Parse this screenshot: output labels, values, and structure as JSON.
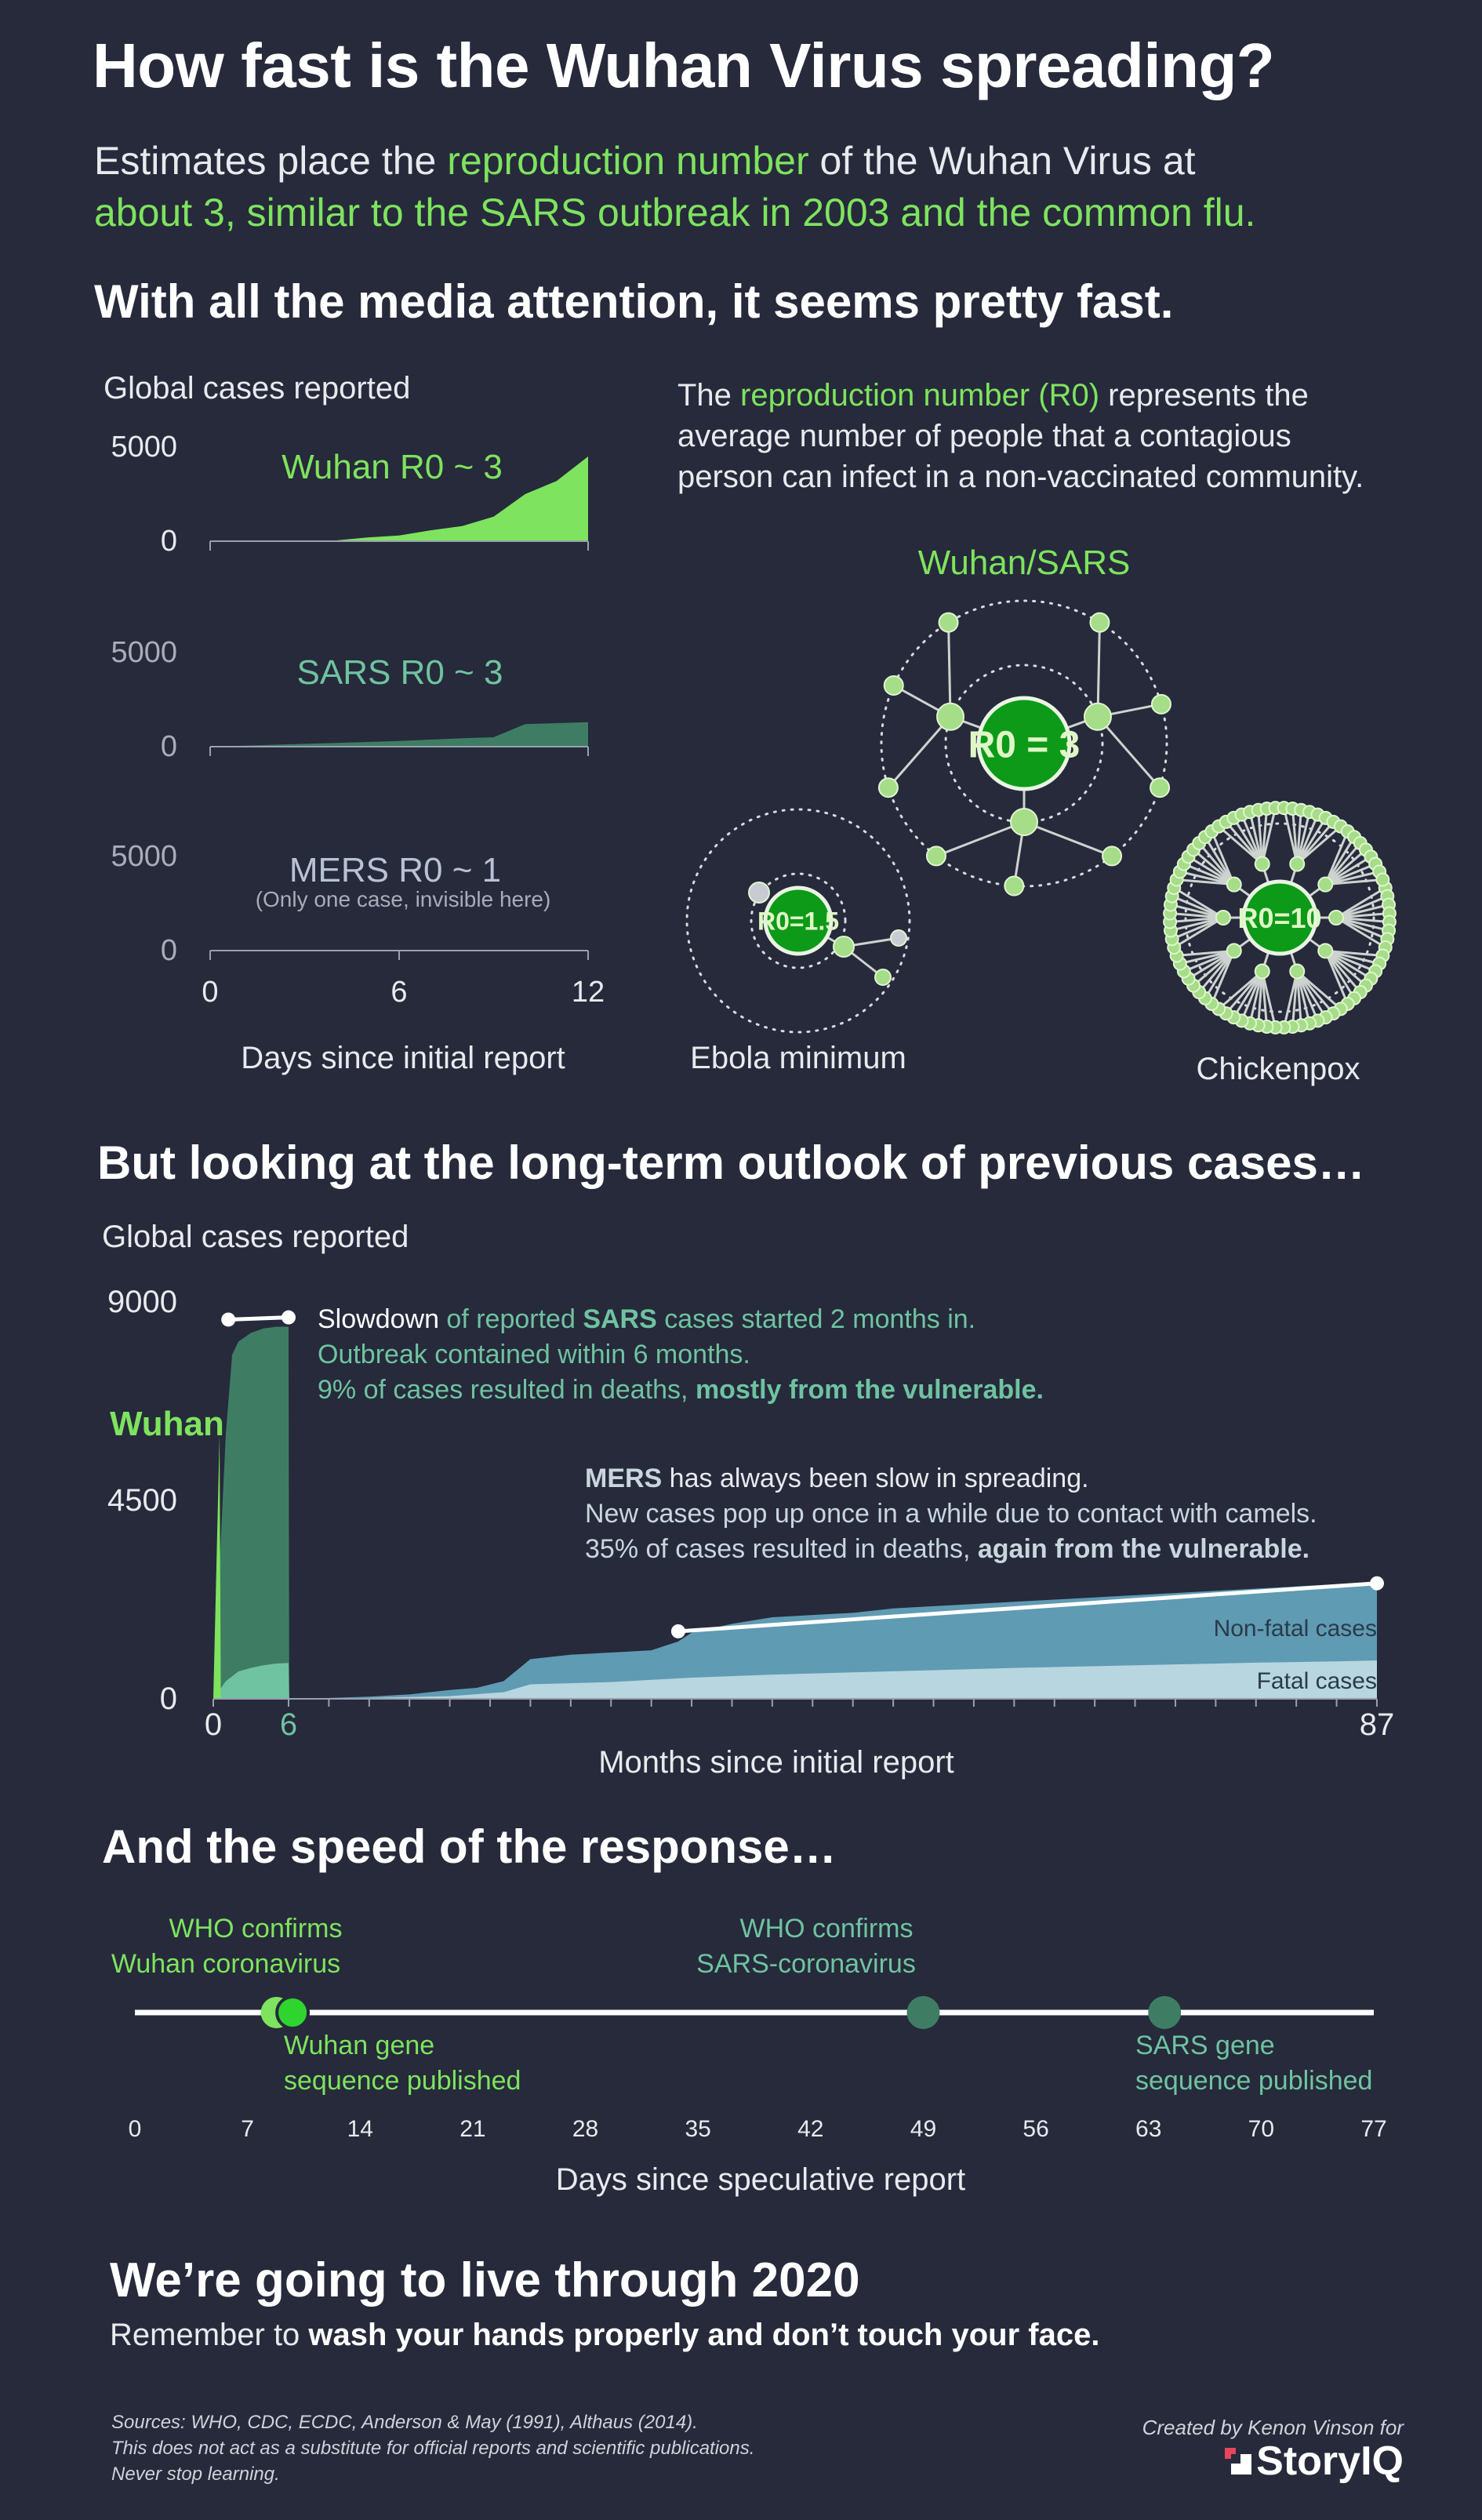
{
  "title": "How fast is the Wuhan Virus spreading?",
  "intro": {
    "part1": "Estimates place the ",
    "highlight1": "reproduction number",
    "part2": " of the Wuhan Virus at",
    "highlight2": "about 3, similar to the SARS outbreak in 2003 and the common flu."
  },
  "section_media": "With all the media attention, it seems pretty fast.",
  "r0_explainer": {
    "part1": "The ",
    "highlight": "reproduction number (R0)",
    "part2": " represents the",
    "line2": "average number of people that a contagious",
    "line3": "person can infect in a non-vaccinated community."
  },
  "r0_diagram": {
    "wuhan_label": "Wuhan/SARS",
    "wuhan_r0": "R0 = 3",
    "ebola_label": "Ebola minimum",
    "ebola_r0": "R0=1.5",
    "chickenpox_label": "Chickenpox",
    "chickenpox_r0": "R0=10"
  },
  "section_long": "But looking at the long-term outlook of previous cases…",
  "annotations": {
    "sars_l1a": "Slowdown",
    "sars_l1b": " of reported ",
    "sars_l1c": "SARS",
    "sars_l1d": " cases started 2 months in.",
    "sars_l2": "Outbreak contained within 6 months.",
    "sars_l3a": "9% of cases resulted in deaths, ",
    "sars_l3b": "mostly from the vulnerable.",
    "mers_l1a": "MERS",
    "mers_l1b": " has always been slow in spreading.",
    "mers_l2": "New cases pop up once in a while due to contact with camels.",
    "mers_l3a": "35% of cases resulted in deaths, ",
    "mers_l3b": "again from the vulnerable.",
    "wuhan_label": "Wuhan",
    "nonfatal": "Non-fatal cases",
    "fatal": "Fatal cases"
  },
  "section_speed": "And the speed of the response…",
  "section_2020": "We’re going to live through 2020",
  "remember": {
    "part1": "Remember to ",
    "bold": "wash your hands properly and don’t touch your face."
  },
  "sources": [
    "Sources: WHO, CDC, ECDC, Anderson & May (1991), Althaus (2014).",
    "This does not act as a substitute for official reports and scientific publications.",
    "Never stop learning."
  ],
  "credit": "Created by Kenon Vinson for",
  "brand": "StoryIQ",
  "colors": {
    "background": "#262a3b",
    "wuhan": "#7ee35e",
    "sars": "#3e7d64",
    "sars_light": "#6fc3a0",
    "mers_nonfatal": "#5f9bb3",
    "mers_fatal": "#b8d6e0",
    "r0_circle": "#0c9a18",
    "brand_red": "#e8455a"
  },
  "chart_data": [
    {
      "type": "area",
      "title": "Wuhan R0 ~ 3",
      "ylabel": "Global cases reported",
      "xlabel": "Days since initial report",
      "yticks": [
        0,
        5000
      ],
      "ylim": [
        0,
        5000
      ],
      "xticks": [
        0,
        6,
        12
      ],
      "xlim": [
        0,
        12
      ],
      "series": [
        {
          "name": "Wuhan R0 ~ 3",
          "x": [
            0,
            1,
            2,
            3,
            4,
            5,
            6,
            7,
            8,
            9,
            10,
            11,
            12
          ],
          "values": [
            0,
            0,
            0,
            0,
            40,
            200,
            300,
            580,
            800,
            1300,
            2500,
            3200,
            4500
          ]
        }
      ]
    },
    {
      "type": "area",
      "title": "SARS R0 ~ 3",
      "yticks": [
        0,
        5000
      ],
      "ylim": [
        0,
        5000
      ],
      "xlim": [
        0,
        12
      ],
      "series": [
        {
          "name": "SARS R0 ~ 3",
          "x": [
            0,
            2,
            4,
            6,
            8,
            9,
            10,
            11,
            12
          ],
          "values": [
            0,
            100,
            200,
            300,
            450,
            500,
            1200,
            1250,
            1300
          ]
        }
      ]
    },
    {
      "type": "area",
      "title": "MERS R0 ~ 1",
      "subtitle": "(Only one case, invisible here)",
      "yticks": [
        0,
        5000
      ],
      "ylim": [
        0,
        5000
      ],
      "xlim": [
        0,
        12
      ],
      "series": [
        {
          "name": "MERS R0 ~ 1",
          "x": [
            0,
            12
          ],
          "values": [
            1,
            1
          ]
        }
      ]
    },
    {
      "type": "area",
      "ylabel": "Global cases reported",
      "xlabel": "Months since initial report",
      "yticks": [
        0,
        4500,
        9000
      ],
      "ylim": [
        0,
        9000
      ],
      "xticks": [
        0,
        6,
        87
      ],
      "xlim": [
        0,
        87
      ],
      "series": [
        {
          "name": "Wuhan",
          "x": [
            0,
            0.5,
            0.6
          ],
          "values": [
            0,
            6000,
            0
          ]
        },
        {
          "name": "SARS",
          "x": [
            0,
            0.5,
            1,
            1.5,
            2,
            3,
            4,
            5,
            6,
            6.05
          ],
          "values": [
            0,
            3000,
            6000,
            7800,
            8100,
            8300,
            8400,
            8437,
            8437,
            0
          ]
        },
        {
          "name": "SARS fatal",
          "x": [
            0,
            1,
            2,
            3,
            4,
            5,
            6,
            6.05
          ],
          "values": [
            0,
            400,
            620,
            700,
            760,
            800,
            812,
            0
          ]
        },
        {
          "name": "Non-fatal cases",
          "x": [
            6,
            9,
            12,
            15,
            18,
            20,
            22,
            24,
            27,
            30,
            33,
            35,
            36,
            39,
            42,
            45,
            48,
            51,
            54,
            57,
            60,
            63,
            66,
            69,
            72,
            75,
            78,
            81,
            84,
            87
          ],
          "values": [
            0,
            20,
            50,
            100,
            200,
            250,
            400,
            900,
            1000,
            1050,
            1100,
            1300,
            1500,
            1700,
            1850,
            1900,
            1950,
            2050,
            2100,
            2150,
            2200,
            2250,
            2300,
            2350,
            2400,
            2450,
            2500,
            2550,
            2600,
            2650
          ]
        },
        {
          "name": "Fatal cases",
          "x": [
            6,
            12,
            18,
            22,
            24,
            30,
            36,
            42,
            48,
            54,
            60,
            66,
            72,
            78,
            84,
            87
          ],
          "values": [
            0,
            20,
            60,
            150,
            330,
            380,
            480,
            550,
            600,
            650,
            700,
            740,
            780,
            820,
            850,
            870
          ]
        }
      ]
    },
    {
      "type": "timeline",
      "xlabel": "Days since speculative report",
      "xticks": [
        0,
        7,
        14,
        21,
        28,
        35,
        42,
        49,
        56,
        63,
        70,
        77
      ],
      "xlim": [
        0,
        77
      ],
      "events": [
        {
          "label": "WHO confirms Wuhan coronavirus",
          "day": 8.8,
          "group": "Wuhan"
        },
        {
          "label": "Wuhan gene sequence published",
          "day": 9.8,
          "group": "Wuhan"
        },
        {
          "label": "WHO confirms SARS-coronavirus",
          "day": 49,
          "group": "SARS"
        },
        {
          "label": "SARS gene sequence published",
          "day": 64,
          "group": "SARS"
        }
      ],
      "event_label_lines": {
        "who_wuhan": [
          "WHO confirms",
          "Wuhan coronavirus"
        ],
        "gene_wuhan": [
          "Wuhan gene",
          "sequence published"
        ],
        "who_sars": [
          "WHO confirms",
          "SARS-coronavirus"
        ],
        "gene_sars": [
          "SARS gene",
          "sequence published"
        ]
      }
    }
  ]
}
